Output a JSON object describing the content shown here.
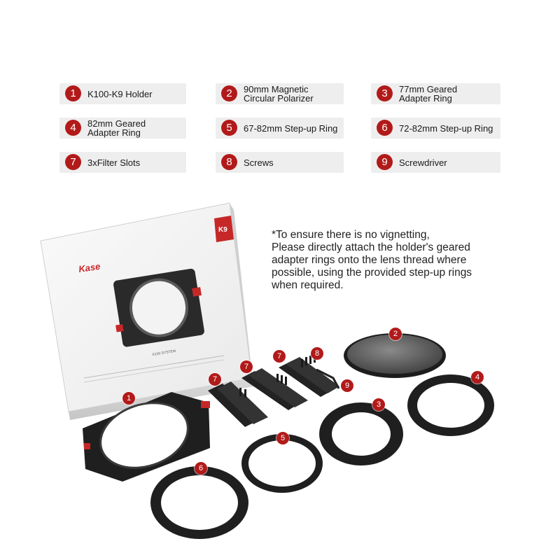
{
  "legend": [
    {
      "num": "1",
      "label": "K100-K9 Holder"
    },
    {
      "num": "2",
      "label": "90mm Magnetic\nCircular Polarizer"
    },
    {
      "num": "3",
      "label": "77mm Geared\nAdapter Ring"
    },
    {
      "num": "4",
      "label": "82mm Geared\nAdapter Ring"
    },
    {
      "num": "5",
      "label": "67-82mm Step-up Ring"
    },
    {
      "num": "6",
      "label": "72-82mm Step-up Ring"
    },
    {
      "num": "7",
      "label": "3xFilter Slots"
    },
    {
      "num": "8",
      "label": "Screws"
    },
    {
      "num": "9",
      "label": "Screwdriver"
    }
  ],
  "note": "*To ensure there is no vignetting,\nPlease directly attach the holder's geared\nadapter rings onto the lens thread where\npossible, using the provided step-up rings\nwhen required.",
  "box": {
    "brand": "Kase",
    "badge": "K9",
    "system_label": "K100 SYSTEM"
  },
  "callouts": {
    "c1": "1",
    "c2": "2",
    "c3": "3",
    "c4": "4",
    "c5": "5",
    "c6": "6",
    "c7a": "7",
    "c7b": "7",
    "c7c": "7",
    "c8": "8",
    "c9": "9"
  },
  "colors": {
    "accent_red": "#b21a1a",
    "legend_bg": "#eeeeee",
    "metal_black": "#1f1f1f"
  }
}
